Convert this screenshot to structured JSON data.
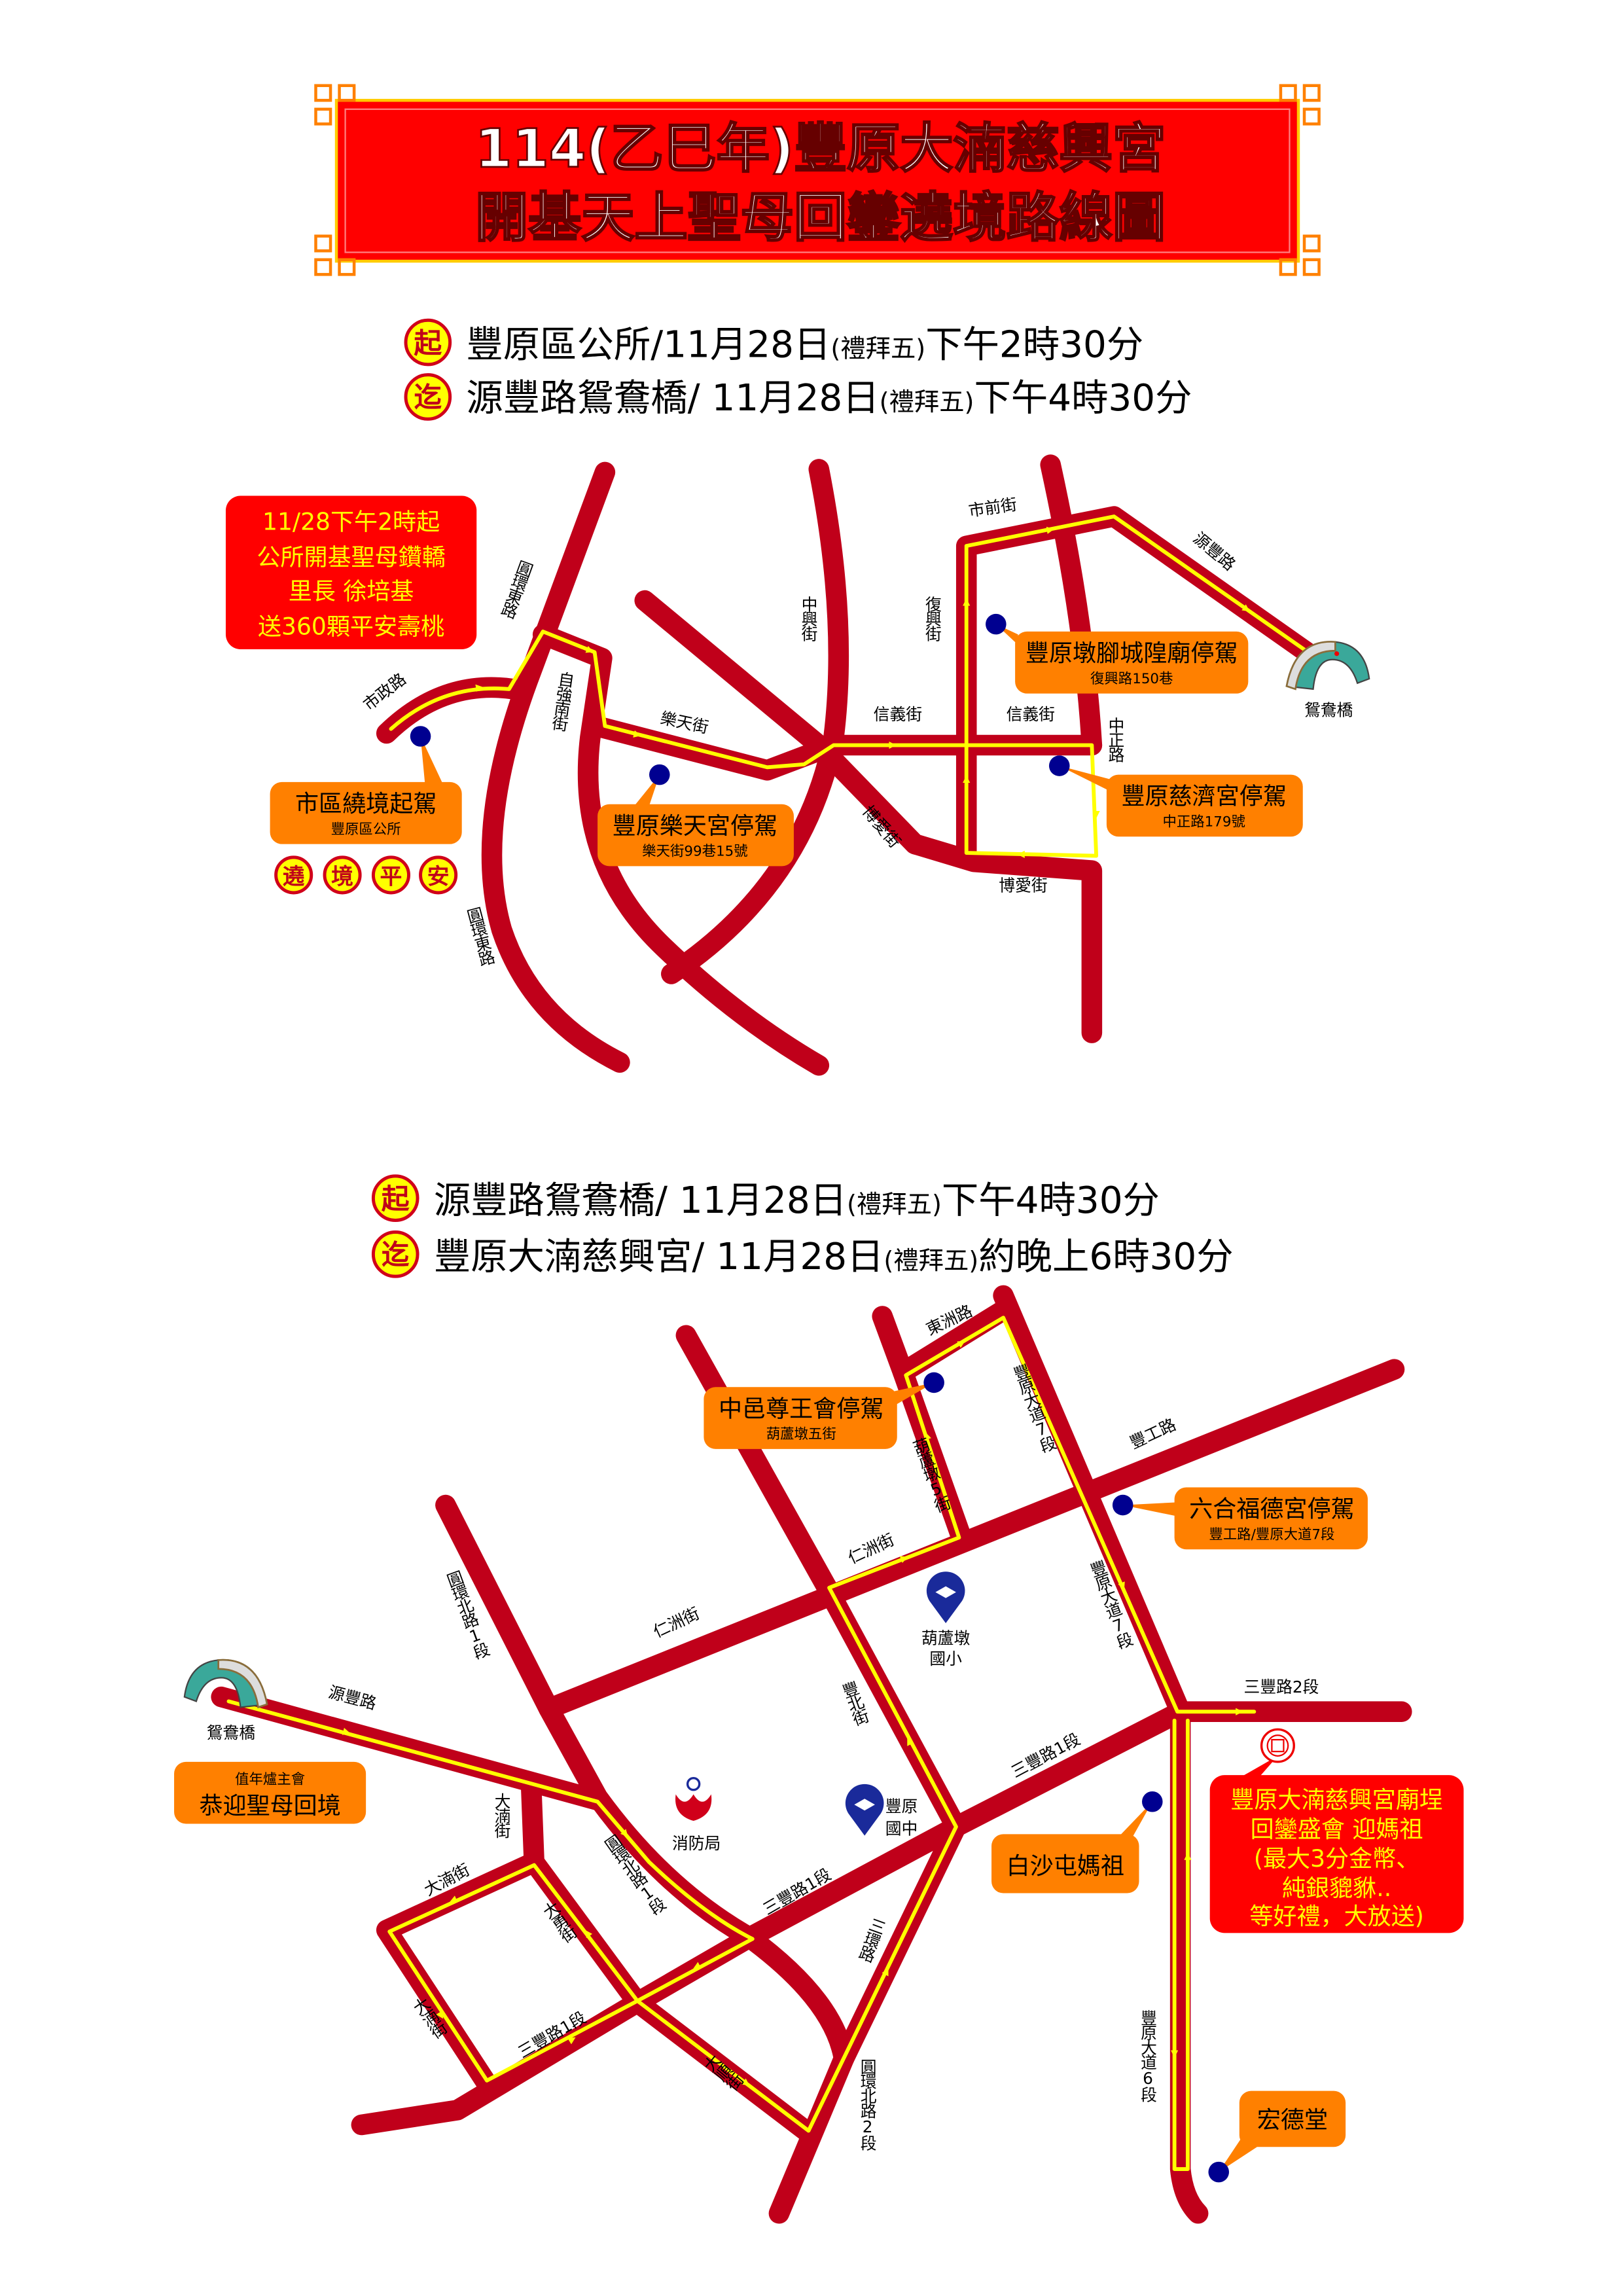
{
  "title": {
    "line1": "114(乙巳年)豐原大湳慈興宮",
    "line2": "開基天上聖母回鑾遶境路線圖"
  },
  "colors": {
    "road": "#c0001a",
    "route": "#ffff00",
    "callout": "#ff8000",
    "highlight_box": "#ff0000",
    "stop_dot": "#000090"
  },
  "section1": {
    "start": {
      "badge": "起",
      "place": "豐原區公所",
      "date": "/11月28日",
      "weekday": "(禮拜五)",
      "time": "下午2時30分"
    },
    "end": {
      "badge": "迄",
      "place": "源豐路鴛鴦橋",
      "date": "/ 11月28日",
      "weekday": "(禮拜五)",
      "time": "下午4時30分"
    },
    "notice": [
      "11/28下午2時起",
      "公所開基聖母鑽轎",
      "里長  徐培基",
      "送360顆平安壽桃"
    ],
    "callouts": [
      {
        "title": "市區繞境起駕",
        "sub": "豐原區公所"
      },
      {
        "title": "豐原樂天宮停駕",
        "sub": "樂天街99巷15號"
      },
      {
        "title": "豐原墩腳城隍廟停駕",
        "sub": "復興路150巷"
      },
      {
        "title": "豐原慈濟宮停駕",
        "sub": "中正路179號"
      }
    ],
    "blessing": [
      "遶",
      "境",
      "平",
      "安"
    ],
    "bridge_label": "鴛鴦橋",
    "roads": [
      "市政路",
      "圓環東路",
      "自強南街",
      "樂天街",
      "中興街",
      "信義街",
      "信義街",
      "市前街",
      "復興街",
      "源豐路",
      "中正路",
      "博愛街",
      "博愛街",
      "圓環東路"
    ]
  },
  "section2": {
    "start": {
      "badge": "起",
      "place": "源豐路鴛鴦橋",
      "date": "/ 11月28日",
      "weekday": "(禮拜五)",
      "time": "下午4時30分"
    },
    "end": {
      "badge": "迄",
      "place": "豐原大湳慈興宮",
      "date": "/ 11月28日",
      "weekday": "(禮拜五)",
      "time": "約晚上6時30分"
    },
    "callouts": [
      {
        "title": "中邑尊王會停駕",
        "sub": "葫蘆墩五街"
      },
      {
        "title": "六合福德宮停駕",
        "sub": "豐工路/豐原大道7段"
      },
      {
        "title": "白沙屯媽祖"
      },
      {
        "title": "宏德堂"
      },
      {
        "title": "恭迎聖母回境",
        "sub": "值年爐主會"
      }
    ],
    "temple_notice": [
      "豐原大湳慈興宮廟埕",
      "回鑾盛會  迎媽祖",
      "(最大3分金幣、",
      "純銀貔貅..",
      "等好禮，大放送)"
    ],
    "landmarks": {
      "school1": [
        "葫蘆墩",
        "國小"
      ],
      "school2": [
        "豐原",
        "國中"
      ],
      "fire": "消防局"
    },
    "bridge_label": "鴛鴦橋",
    "roads": [
      "東洲路",
      "豐原大道7段",
      "葫蘆墩5街",
      "豐工路",
      "豐原大道7段",
      "三豐路2段",
      "仁洲街",
      "仁洲街",
      "圓環北路1段",
      "源豐路",
      "豐北街",
      "三豐路1段",
      "大湳街",
      "大湳街",
      "大勇街",
      "圓環北路1段",
      "三豐路1段",
      "大湳街",
      "三豐路1段",
      "三環路",
      "大順街",
      "圓環北路2段",
      "豐原大道6段"
    ]
  }
}
